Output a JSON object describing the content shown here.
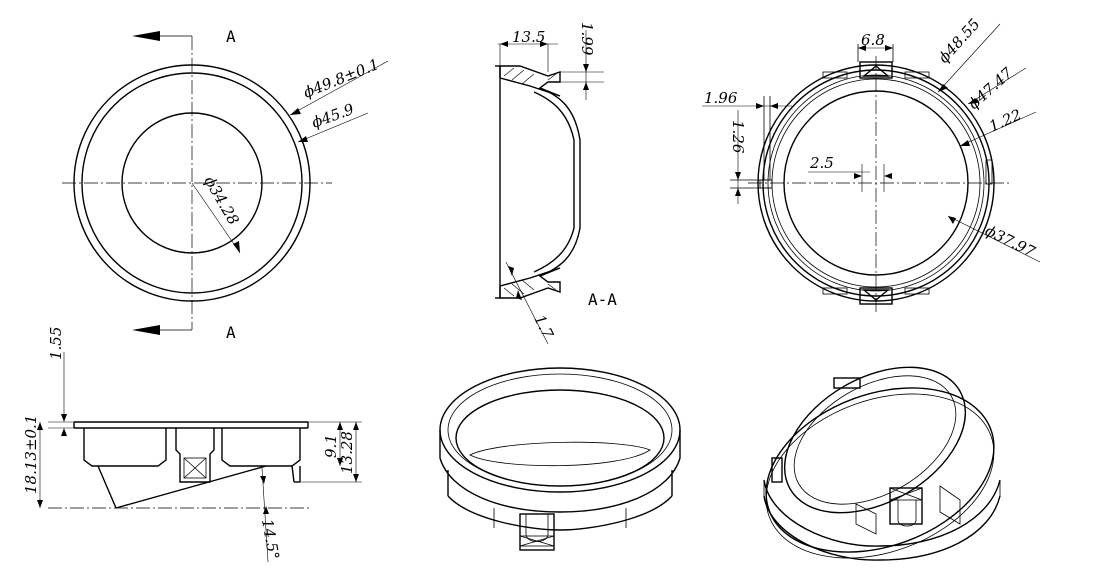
{
  "section_label": "A",
  "section_view_label": "A-A",
  "dims": {
    "outer_diameter": "ϕ49.8±0.1",
    "inner_diameter": "ϕ45.9",
    "bore_diameter": "ϕ34.28",
    "rim_width": "13.5",
    "rim_height": "1.99",
    "wall_thickness": "1.7",
    "tab_width": "6.8",
    "d1": "ϕ48.55",
    "d2": "ϕ47.47",
    "gap": "1.22",
    "left_gap": "1.96",
    "slot_height": "1.26",
    "center_gap": "2.5",
    "d3": "ϕ37.97",
    "flange_thickness": "1.55",
    "total_height": "18.13±0.1",
    "depth": "9.1",
    "body_height": "13.28",
    "angle": "14.5°"
  }
}
